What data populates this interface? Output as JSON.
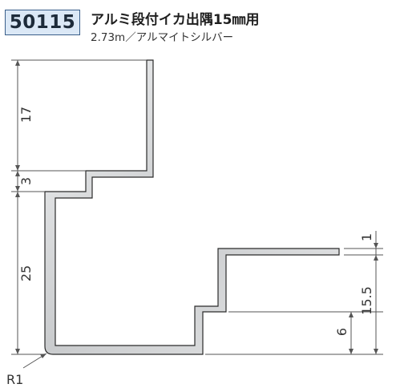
{
  "header": {
    "product_code": "50115",
    "title": "アルミ段付イカ出隅15㎜用",
    "subtitle": "2.73m／アルマイトシルバー"
  },
  "dimensions": {
    "left_top": "17",
    "left_step": "3",
    "left_bottom": "25",
    "right_lip": "1",
    "right_mid": "15.5",
    "right_bottom": "6",
    "radius": "R1"
  },
  "colors": {
    "profile_fill": "#d4d6d8",
    "profile_stroke": "#2b2b2b",
    "dimension_line": "#555555",
    "badge_bg": "#dbe8f6",
    "badge_border": "#3a5f8a"
  }
}
